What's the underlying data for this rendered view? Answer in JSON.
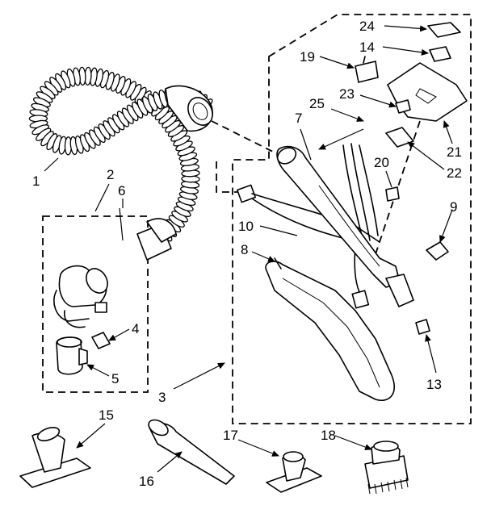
{
  "callouts": {
    "c1": "1",
    "c2": "2",
    "c3": "3",
    "c4": "4",
    "c5": "5",
    "c6": "6",
    "c7": "7",
    "c8": "8",
    "c9": "9",
    "c10": "10",
    "c13": "13",
    "c14": "14",
    "c15": "15",
    "c16": "16",
    "c17": "17",
    "c18": "18",
    "c19": "19",
    "c20": "20",
    "c21": "21",
    "c22": "22",
    "c23": "23",
    "c24": "24",
    "c25": "25"
  }
}
